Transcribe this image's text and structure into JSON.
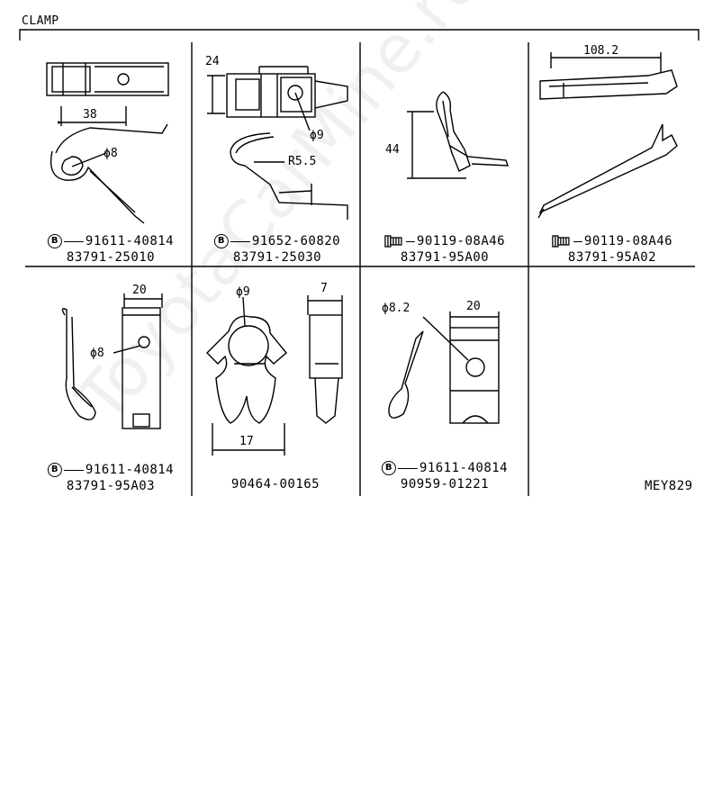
{
  "title": "CLAMP",
  "diagram_code": "MEY829",
  "watermark": "ToyotaCarMine.ru",
  "cells": [
    {
      "id": "c1",
      "has_bolt_symbol": true,
      "fastener_type": "bolt-circle-b",
      "fastener_pn": "91611-40814",
      "part_no": "83791-25010",
      "dims": [
        "38",
        "ϕ8"
      ]
    },
    {
      "id": "c2",
      "has_bolt_symbol": true,
      "fastener_type": "bolt-circle-b",
      "fastener_pn": "91652-60820",
      "part_no": "83791-25030",
      "dims": [
        "24",
        "ϕ9",
        "R5.5"
      ]
    },
    {
      "id": "c3",
      "has_bolt_symbol": true,
      "fastener_type": "screw-icon",
      "fastener_pn": "90119-08A46",
      "part_no": "83791-95A00",
      "dims": [
        "44"
      ]
    },
    {
      "id": "c4",
      "has_bolt_symbol": true,
      "fastener_type": "screw-icon",
      "fastener_pn": "90119-08A46",
      "part_no": "83791-95A02",
      "dims": [
        "108.2"
      ]
    },
    {
      "id": "c5",
      "has_bolt_symbol": true,
      "fastener_type": "bolt-circle-b",
      "fastener_pn": "91611-40814",
      "part_no": "83791-95A03",
      "dims": [
        "20",
        "ϕ8"
      ]
    },
    {
      "id": "c6",
      "has_bolt_symbol": false,
      "fastener_type": "",
      "fastener_pn": "",
      "part_no": "90464-00165",
      "dims": [
        "ϕ9",
        "7",
        "17"
      ]
    },
    {
      "id": "c7",
      "has_bolt_symbol": true,
      "fastener_type": "bolt-circle-b",
      "fastener_pn": "91611-40814",
      "part_no": "90959-01221",
      "dims": [
        "ϕ8.2",
        "20"
      ]
    }
  ],
  "bolt_letter": "B"
}
